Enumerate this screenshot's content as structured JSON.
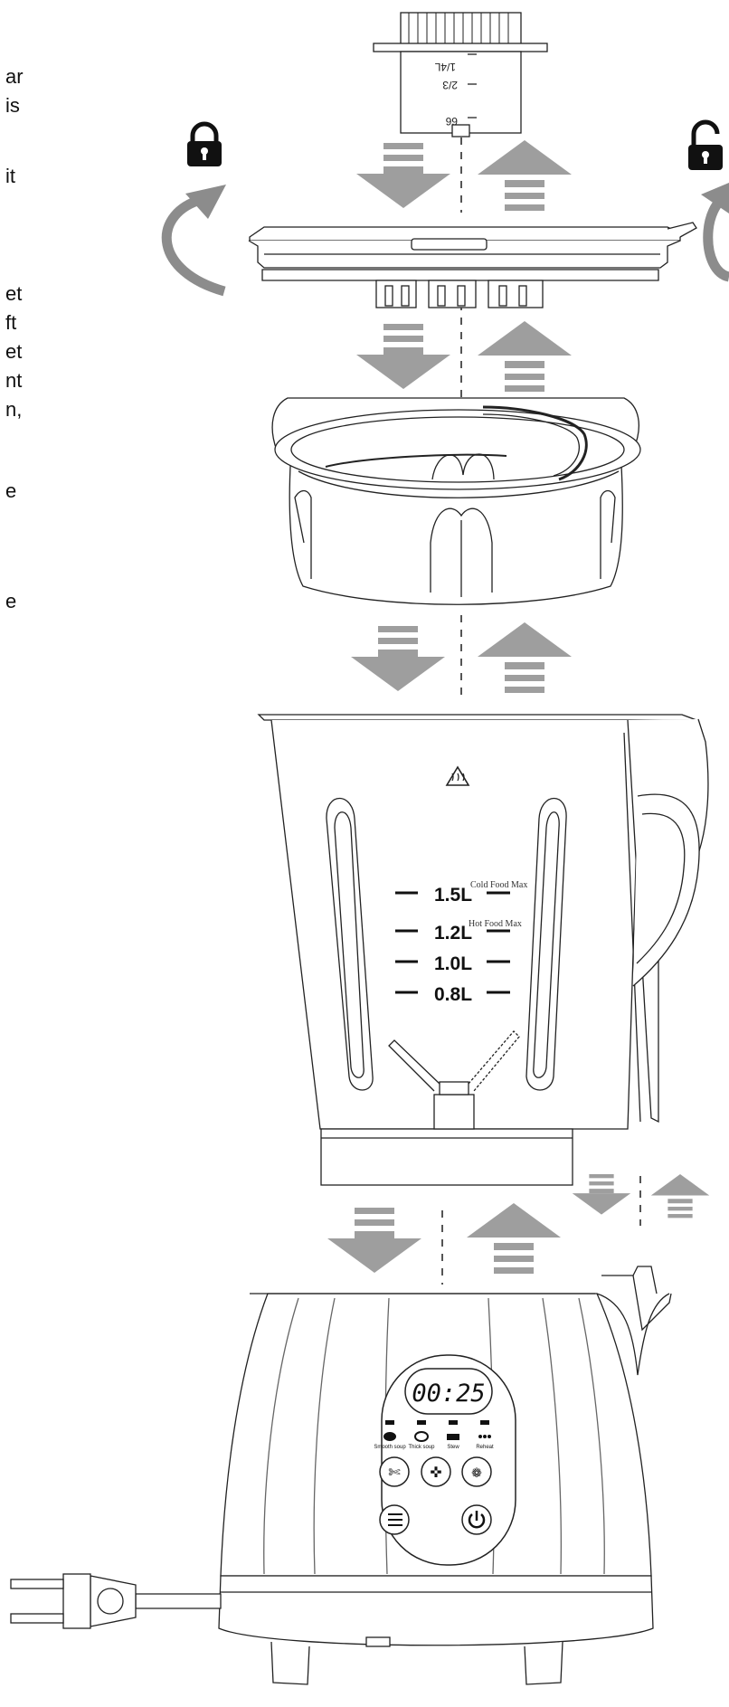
{
  "text_fragments": [
    "ar",
    "is",
    "it",
    "et",
    "ft",
    "et",
    "nt",
    "n,",
    "e",
    "e"
  ],
  "measuring_cup": {
    "scale_top": "1/4L",
    "scale_mid": "2/3",
    "scale_bottom": "66"
  },
  "jug": {
    "marks": [
      "1.5L",
      "1.2L",
      "1.0L",
      "0.8L"
    ],
    "cold_label": "Cold Food Max",
    "hot_label": "Hot Food Max"
  },
  "base": {
    "display_time": "00:25",
    "program_labels": [
      "Smooth soup",
      "Thick soup",
      "Stew",
      "Reheat"
    ]
  },
  "icons": [
    "lock-closed-icon",
    "lock-open-icon",
    "rotate-arrow-icon",
    "hot-surface-warning-icon",
    "power-icon",
    "menu-icon",
    "blade-icon",
    "program-icon"
  ]
}
